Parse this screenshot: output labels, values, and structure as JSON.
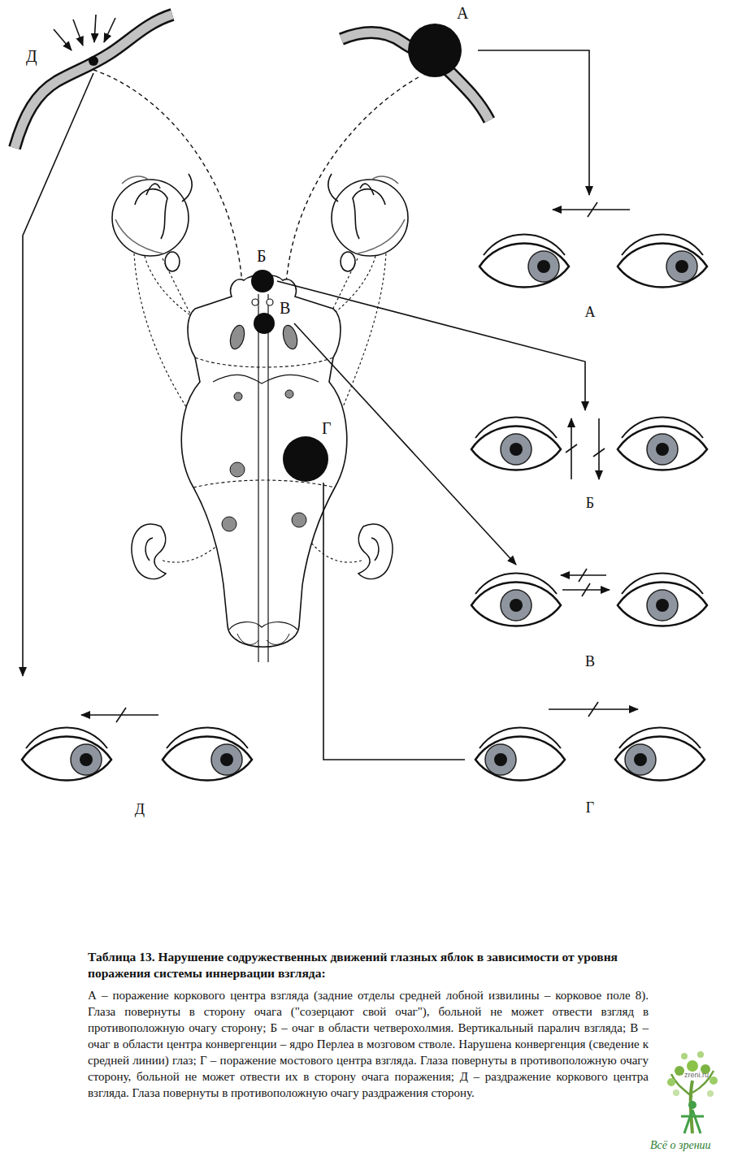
{
  "diagram": {
    "title": "Таблица 13. Нарушение содружественных движений глазных яблок в зависимости от уровня поражения системы иннервации взгляда:",
    "caption": "А – поражение коркового центра взгляда (задние отделы средней лобной извилины – корковое поле 8). Глаза повернуты в сторону очага (\"созерцают свой очаг\"), больной не может отвести взгляд в противоположную очагу сторону; Б – очаг в области четверохолмия. Вертикальный паралич взгляда; В – очаг в области центра конвергенции – ядро Перлеа в мозговом стволе. Нарушена конвергенция (сведение к средней линии) глаз; Г – поражение мостового центра взгляда. Глаза повернуты в противоположную очагу сторону, больной не может отвести их в сторону очага поражения; Д – раздражение коркового центра взгляда. Глаза повернуты в противоположную очагу раздражения сторону.",
    "nodes": [
      {
        "text": [
          "Д"
        ]
      },
      {
        "text": [
          "А"
        ]
      },
      {
        "text": [
          "Б"
        ]
      },
      {
        "text": [
          "В"
        ]
      },
      {
        "text": [
          "Г"
        ]
      },
      {
        "text": [
          "А"
        ]
      },
      {
        "text": [
          "Б"
        ]
      },
      {
        "text": [
          "В"
        ]
      },
      {
        "text": [
          "Д"
        ]
      },
      {
        "text": [
          "Г"
        ]
      }
    ],
    "edges": [
      {
        "from": 0,
        "to": 8,
        "arrow": "to"
      },
      {
        "from": 1,
        "to": 5,
        "arrow": "to"
      },
      {
        "from": 2,
        "to": 6,
        "arrow": "to"
      },
      {
        "from": 3,
        "to": 7,
        "arrow": "to"
      },
      {
        "from": 4,
        "to": 9,
        "arrow": "none"
      }
    ],
    "labels": [
      "zreni.ru",
      "Всё о зрении"
    ]
  }
}
